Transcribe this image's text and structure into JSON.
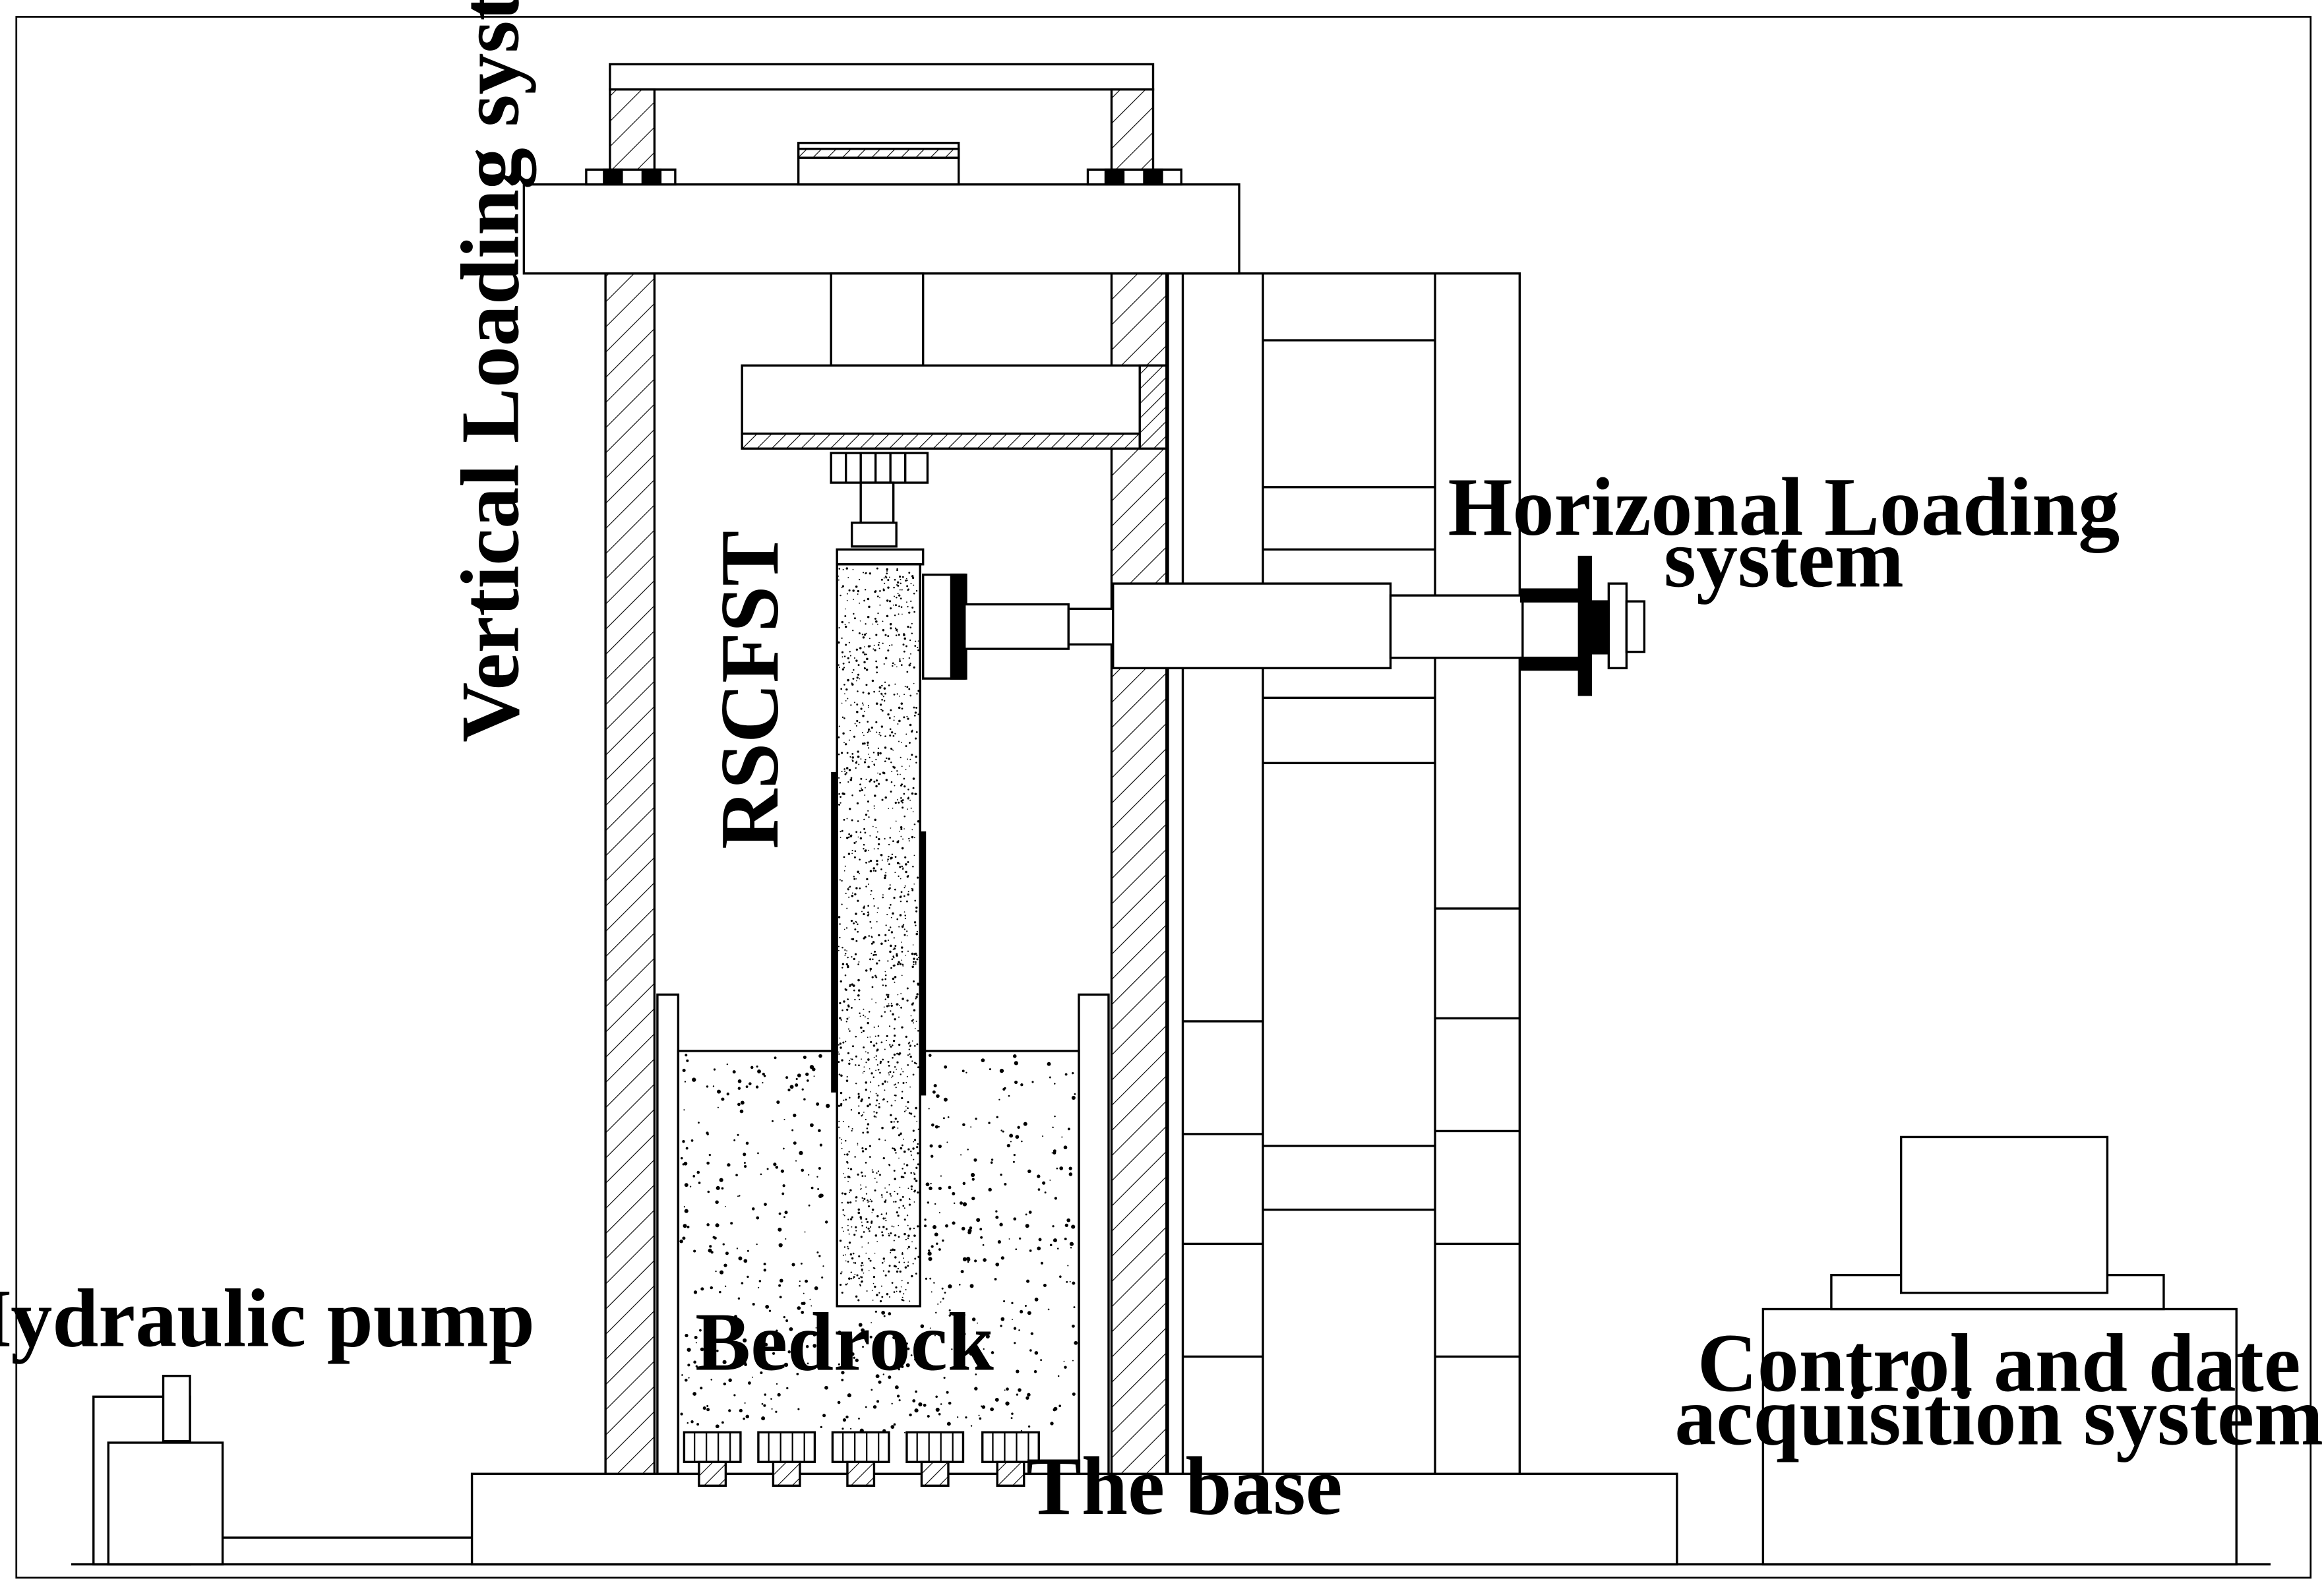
{
  "labels": {
    "vertical_loading": "Vertical Loading system",
    "horizontal_loading_line1": "Horizonal Loading",
    "horizontal_loading_line2": "system",
    "rscfst": "RSCFST",
    "bedrock": "Bedrock",
    "hydraulic_pump": "Hydraulic pump",
    "control_line1": "Control and date",
    "control_line2": "acquisition system",
    "the_base": "The base"
  }
}
